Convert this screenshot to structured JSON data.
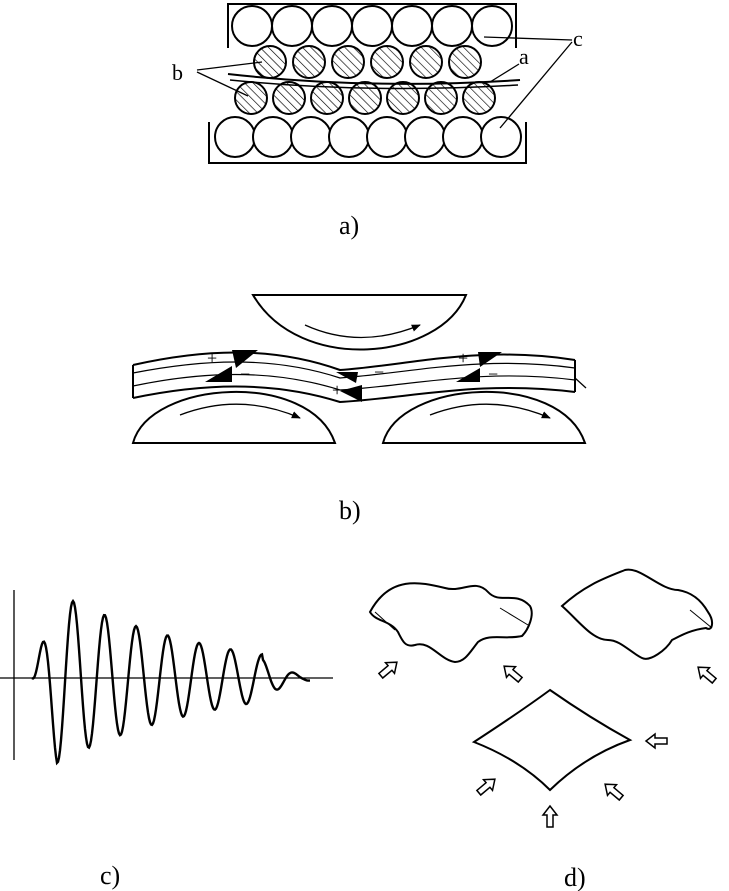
{
  "panel_a": {
    "caption": "a)",
    "label_a": "a",
    "label_b": "b",
    "label_c": "c"
  },
  "panel_b": {
    "caption": "b)",
    "plus": "+",
    "minus": "−"
  },
  "panel_c": {
    "caption": "c)"
  },
  "panel_d": {
    "caption": "d)"
  }
}
